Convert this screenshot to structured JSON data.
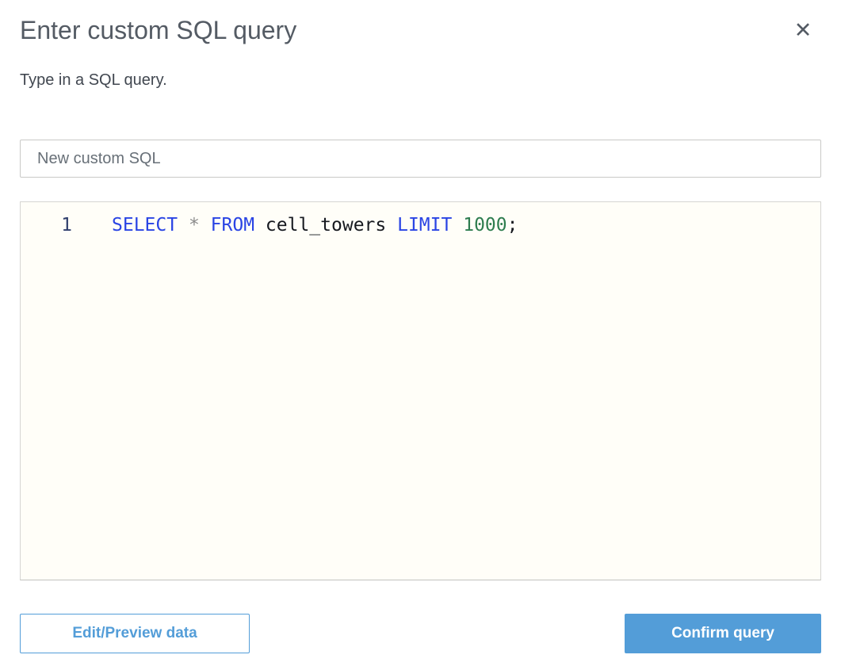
{
  "dialog": {
    "title": "Enter custom SQL query",
    "subtitle": "Type in a SQL query.",
    "close_glyph": "✕"
  },
  "name_input": {
    "value": "New custom SQL"
  },
  "editor": {
    "line_number": "1",
    "tokens": [
      {
        "text": "SELECT",
        "type": "keyword"
      },
      {
        "text": " ",
        "type": "plain"
      },
      {
        "text": "*",
        "type": "operator"
      },
      {
        "text": " ",
        "type": "plain"
      },
      {
        "text": "FROM",
        "type": "keyword"
      },
      {
        "text": " ",
        "type": "plain"
      },
      {
        "text": "cell_towers",
        "type": "identifier"
      },
      {
        "text": " ",
        "type": "plain"
      },
      {
        "text": "LIMIT",
        "type": "keyword"
      },
      {
        "text": " ",
        "type": "plain"
      },
      {
        "text": "1000",
        "type": "number"
      },
      {
        "text": ";",
        "type": "punctuation"
      }
    ]
  },
  "buttons": {
    "edit_preview_label": "Edit/Preview data",
    "confirm_label": "Confirm query"
  },
  "colors": {
    "title_gray": "#545b64",
    "body_text": "#414750",
    "accent_blue": "#539dd8",
    "keyword_blue": "#2a44e4",
    "number_green": "#2e7d4f",
    "operator_gray": "#8b8b8b",
    "line_number_navy": "#303f6d",
    "editor_background": "#fffef8",
    "input_border": "#c9c9c7"
  }
}
